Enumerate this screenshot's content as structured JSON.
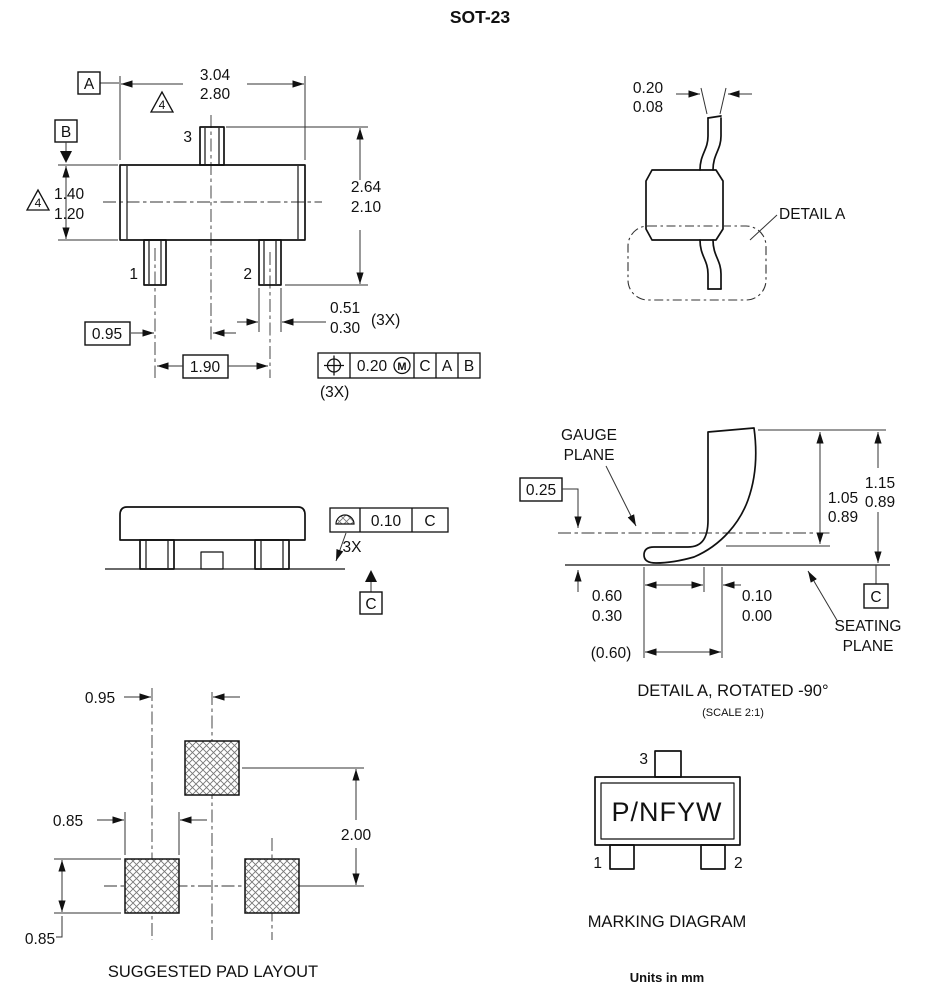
{
  "title": "SOT-23",
  "units_note": "Units in mm",
  "top_view": {
    "datum_a": "A",
    "datum_b": "B",
    "rev_flag": "4",
    "pin_labels": {
      "p1": "1",
      "p2": "2",
      "p3": "3"
    },
    "dim_overall_width": {
      "max": "3.04",
      "min": "2.80"
    },
    "dim_body_width": {
      "max": "1.40",
      "min": "1.20"
    },
    "dim_overall_height": {
      "max": "2.64",
      "min": "2.10"
    },
    "dim_lead_width": {
      "max": "0.51",
      "min": "0.30",
      "qty": "(3X)"
    },
    "dim_pitch": "0.95",
    "dim_span": "1.90",
    "position_tolerance": {
      "value": "0.20",
      "modifier": "M",
      "datum_1": "C",
      "datum_2": "A",
      "datum_3": "B",
      "qty": "(3X)"
    }
  },
  "side_view": {
    "dim_lead_thickness": {
      "max": "0.20",
      "min": "0.08"
    },
    "detail_callout": "DETAIL A"
  },
  "front_view": {
    "coplanarity": {
      "value": "0.10",
      "datum": "C",
      "qty": "3X"
    },
    "datum_c": "C"
  },
  "detail_a": {
    "gauge_plane_line1": "GAUGE",
    "gauge_plane_line2": "PLANE",
    "dim_gauge_offset": "0.25",
    "dim_height_inner": {
      "max": "1.05",
      "min": "0.89"
    },
    "dim_height_outer": {
      "max": "1.15",
      "min": "0.89"
    },
    "dim_foot_length": {
      "max": "0.60",
      "min": "0.30"
    },
    "dim_standoff": {
      "max": "0.10",
      "min": "0.00"
    },
    "dim_foot_ref": "(0.60)",
    "datum_c": "C",
    "seating_plane_line1": "SEATING",
    "seating_plane_line2": "PLANE",
    "caption": "DETAIL A, ROTATED -90°",
    "scale_note": "(SCALE 2:1)"
  },
  "pad_layout": {
    "dim_pitch_x": "0.95",
    "dim_pad_width": "0.85",
    "dim_pad_height": "0.85",
    "dim_pitch_y": "2.00",
    "caption": "SUGGESTED PAD LAYOUT"
  },
  "marking": {
    "pin_labels": {
      "p1": "1",
      "p2": "2",
      "p3": "3"
    },
    "marking_code": "P/NFYW",
    "caption": "MARKING DIAGRAM"
  }
}
